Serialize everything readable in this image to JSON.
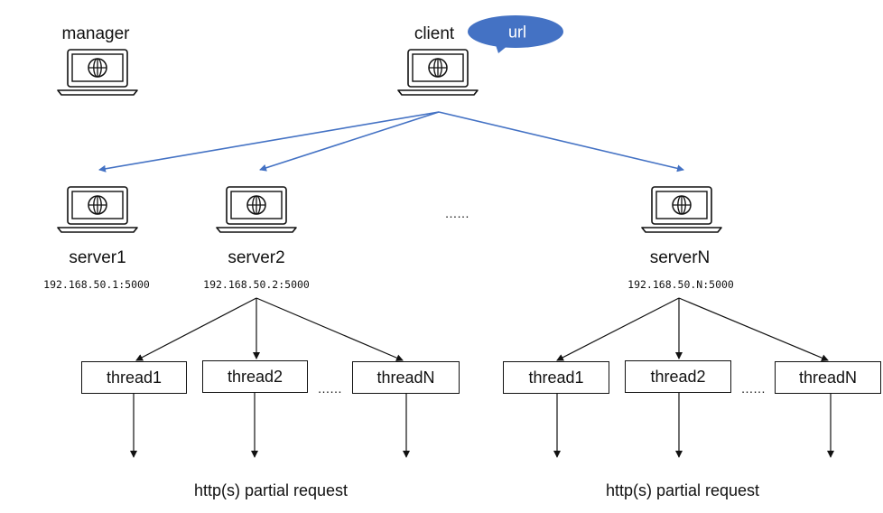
{
  "nodes": {
    "manager": "manager",
    "client": "client",
    "bubble": "url",
    "server1": "server1",
    "server2": "server2",
    "serverN": "serverN",
    "server_ellipsis": "……"
  },
  "addresses": {
    "server1": "192.168.50.1:5000",
    "server2": "192.168.50.2:5000",
    "serverN": "192.168.50.N:5000"
  },
  "threads": {
    "left": [
      "thread1",
      "thread2",
      "threadN"
    ],
    "right": [
      "thread1",
      "thread2",
      "threadN"
    ],
    "ellipsis": "……"
  },
  "captions": {
    "left": "http(s) partial request",
    "right": "http(s) partial request"
  },
  "colors": {
    "client_arrows": "#4472c4",
    "bubble_fill": "#4472c4",
    "lines": "#111111"
  },
  "icons": {
    "computer": "laptop-globe-icon",
    "speech": "speech-bubble"
  }
}
